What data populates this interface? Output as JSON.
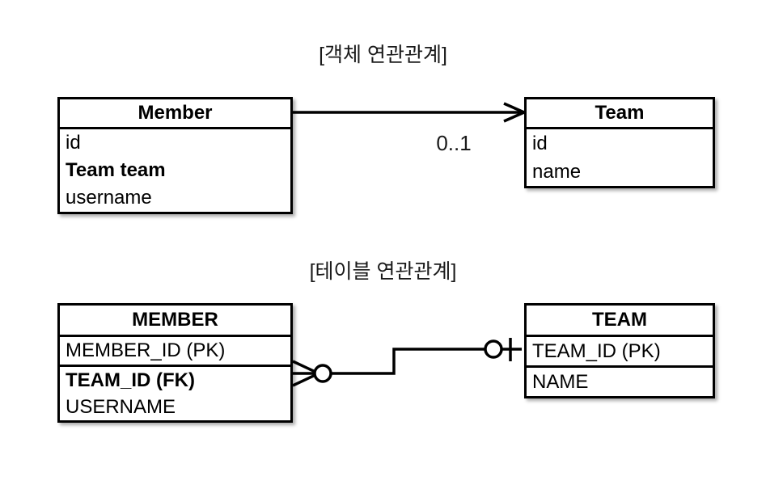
{
  "diagram": {
    "background": "#ffffff",
    "line_color": "#000000",
    "sections": [
      {
        "id": "object-association",
        "caption": "[객체 연관관계]"
      },
      {
        "id": "table-association",
        "caption": "[테이블 연관관계]"
      }
    ]
  },
  "object_model": {
    "caption": "[객체 연관관계]",
    "member": {
      "title": "Member",
      "attributes": [
        {
          "label": "id",
          "bold": false
        },
        {
          "label": "Team team",
          "bold": true
        },
        {
          "label": "username",
          "bold": false
        }
      ]
    },
    "team": {
      "title": "Team",
      "attributes": [
        {
          "label": "id",
          "bold": false
        },
        {
          "label": "name",
          "bold": false
        }
      ]
    },
    "association": {
      "multiplicity": "0..1",
      "arrow": "open-arrow-right",
      "direction": "member-to-team"
    }
  },
  "table_model": {
    "caption": "[테이블 연관관계]",
    "member_table": {
      "title": "MEMBER",
      "primary_key": "MEMBER_ID (PK)",
      "attributes": [
        {
          "label": "TEAM_ID (FK)",
          "bold": true
        },
        {
          "label": "USERNAME",
          "bold": false
        }
      ]
    },
    "team_table": {
      "title": "TEAM",
      "rows": [
        {
          "label": "TEAM_ID (PK)",
          "bold": false
        },
        {
          "label": "NAME",
          "bold": false
        }
      ]
    },
    "relationship": {
      "left_notation": "crows-foot-zero-or-many",
      "right_notation": "zero-or-one",
      "style": "orthogonal-step"
    }
  }
}
